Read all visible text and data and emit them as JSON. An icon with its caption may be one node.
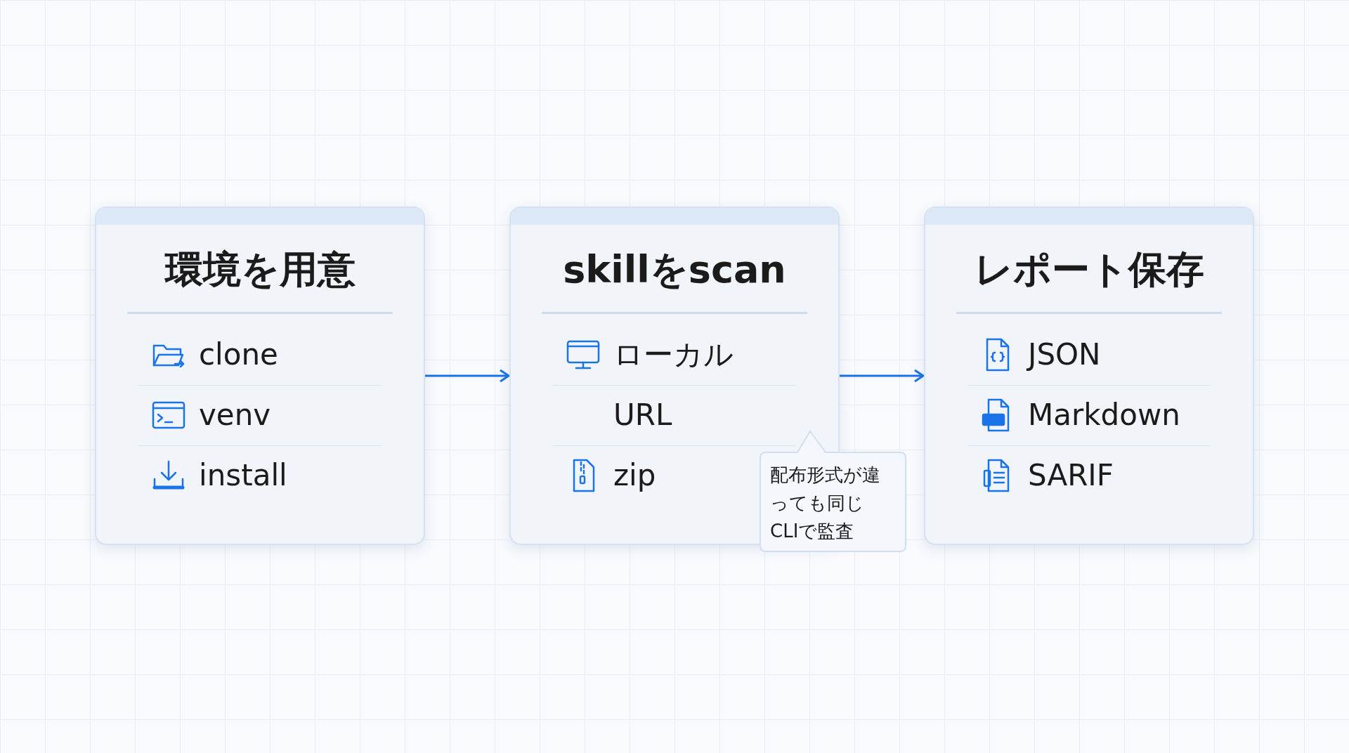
{
  "diagram": {
    "nodes": [
      {
        "text": [
          "環境を用意",
          "clone",
          "venv",
          "install"
        ]
      },
      {
        "text": [
          "skillをscan",
          "ローカル",
          "URL",
          "zip"
        ]
      },
      {
        "text": [
          "レポート保存",
          "JSON",
          "Markdown",
          "SARIF"
        ]
      },
      {
        "text": [
          "配布形式が違っても同じCLIで監査"
        ]
      }
    ],
    "edges": [
      {
        "from": 0,
        "to": 1,
        "arrow": "to"
      },
      {
        "from": 1,
        "to": 2,
        "arrow": "to"
      }
    ]
  }
}
